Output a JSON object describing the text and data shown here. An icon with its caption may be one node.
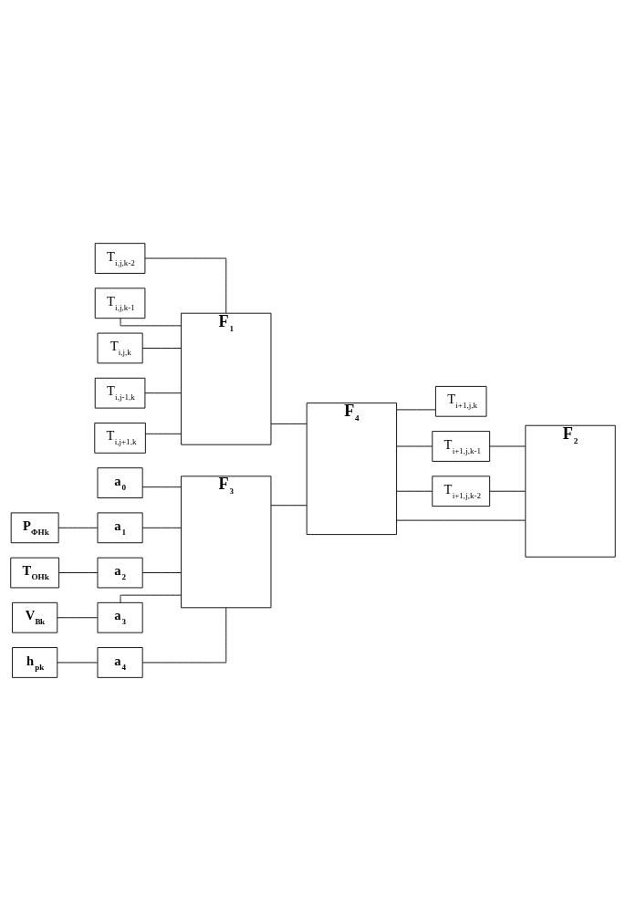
{
  "diagram": {
    "nodes": [
      {
        "text": [
          "a$_{0}$"
        ]
      },
      {
        "text": [
          "F$_{3}$"
        ]
      },
      {
        "text": [
          "P$_{ΦHk}$"
        ]
      },
      {
        "text": [
          "a$_{1}$"
        ]
      },
      {
        "text": [
          "T$_{OHk}$"
        ]
      },
      {
        "text": [
          "a$_{2}$"
        ]
      },
      {
        "text": [
          "V$_{B}$$_{k}$"
        ]
      },
      {
        "text": [
          "a$_{3}$"
        ]
      },
      {
        "text": [
          "h$_{pk}$"
        ]
      },
      {
        "text": [
          "a$_{4}$"
        ]
      },
      {
        "text": [
          "T$_{i,j,k-2}$"
        ]
      },
      {
        "text": [
          "T$_{i,j,k-1}$"
        ]
      },
      {
        "text": [
          "T$_{i,j,k}$"
        ]
      },
      {
        "text": [
          "T$_{i,j-1,k}$"
        ]
      },
      {
        "text": [
          "T$_{i,j+1,k}$"
        ]
      },
      {
        "text": [
          "F$_{1}$"
        ]
      },
      {
        "text": [
          "F$_{4}$"
        ]
      },
      {
        "text": [
          "T$_{i+1,j,k}$"
        ]
      },
      {
        "text": [
          "F$_{2}$"
        ]
      },
      {
        "text": [
          "T$_{i+1,j,k-1}$"
        ]
      },
      {
        "text": [
          "T$_{i+1,j,k-2}$"
        ]
      }
    ],
    "edges": [
      {
        "from": 0,
        "to": 1,
        "arrow": "none"
      },
      {
        "from": 2,
        "to": 3,
        "arrow": "none"
      },
      {
        "from": 3,
        "to": 1,
        "arrow": "none"
      },
      {
        "from": 4,
        "to": 5,
        "arrow": "none"
      },
      {
        "from": 5,
        "to": 1,
        "arrow": "none"
      },
      {
        "from": 6,
        "to": 7,
        "arrow": "none"
      },
      {
        "from": 7,
        "to": 1,
        "arrow": "none"
      },
      {
        "from": 8,
        "to": 9,
        "arrow": "none"
      },
      {
        "from": 9,
        "to": 1,
        "arrow": "none"
      },
      {
        "from": 1,
        "to": 16,
        "arrow": "none"
      },
      {
        "from": 10,
        "to": 15,
        "arrow": "none"
      },
      {
        "from": 11,
        "to": 15,
        "arrow": "none"
      },
      {
        "from": 12,
        "to": 15,
        "arrow": "none"
      },
      {
        "from": 13,
        "to": 15,
        "arrow": "none"
      },
      {
        "from": 14,
        "to": 15,
        "arrow": "none"
      },
      {
        "from": 15,
        "to": 16,
        "arrow": "none"
      },
      {
        "from": 18,
        "to": 16,
        "arrow": "none"
      },
      {
        "from": 16,
        "to": 17,
        "arrow": "none"
      },
      {
        "from": 16,
        "to": 19,
        "arrow": "none"
      },
      {
        "from": 16,
        "to": 20,
        "arrow": "none"
      },
      {
        "from": 19,
        "to": 18,
        "arrow": "none"
      },
      {
        "from": 20,
        "to": 18,
        "arrow": "none"
      }
    ]
  }
}
